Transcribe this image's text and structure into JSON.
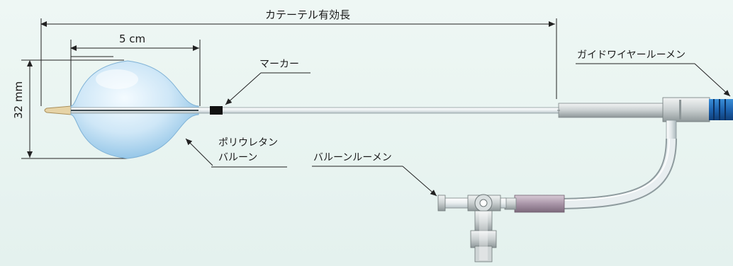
{
  "labels": {
    "catheter_effective_length": "カテーテル有効長",
    "balloon_length": "5 cm",
    "balloon_diameter": "32 mm",
    "marker": "マーカー",
    "balloon_material_line1": "ポリウレタン",
    "balloon_material_line2": "バルーン",
    "guidewire_lumen": "ガイドワイヤールーメン",
    "balloon_lumen": "バルーンルーメン"
  }
}
